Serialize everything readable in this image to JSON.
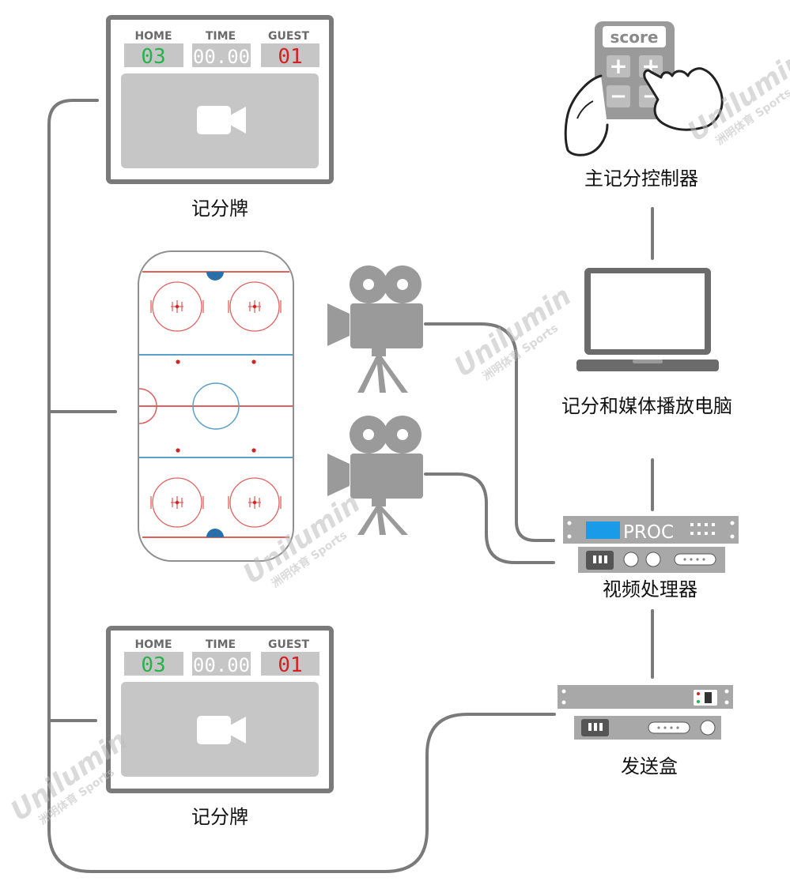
{
  "scoreboard_top": {
    "home_label": "HOME",
    "time_label": "TIME",
    "guest_label": "GUEST",
    "home_score": "03",
    "time_value": "00.00",
    "guest_score": "01",
    "caption": "记分牌"
  },
  "scoreboard_bottom": {
    "home_label": "HOME",
    "time_label": "TIME",
    "guest_label": "GUEST",
    "home_score": "03",
    "time_value": "00.00",
    "guest_score": "01",
    "caption": "记分牌"
  },
  "controller": {
    "keypad_label": "score",
    "plus": "+",
    "minus": "−",
    "caption": "主记分控制器"
  },
  "laptop": {
    "caption": "记分和媒体播放电脑"
  },
  "processor": {
    "brand": "PROC",
    "caption": "视频处理器"
  },
  "sender": {
    "caption": "发送盒"
  },
  "watermark": {
    "brand": "Unilumin",
    "sub": "洲明体育 Sports"
  },
  "colors": {
    "device_gray": "#999999",
    "dark_gray": "#6b6b6b",
    "rink_red": "#e06060",
    "rink_blue": "#5aa0c8",
    "proc_blue": "#1a9be8",
    "home_green": "#27b34a",
    "guest_red": "#d22222"
  }
}
